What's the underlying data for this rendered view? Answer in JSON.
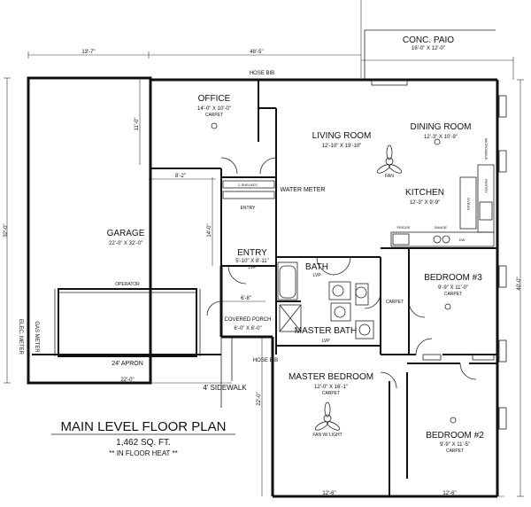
{
  "title": "MAIN LEVEL FLOOR PLAN",
  "sqft": "1,462 SQ. FT.",
  "note": "** IN FLOOR HEAT **",
  "rooms": [
    {
      "id": "office",
      "name": "OFFICE",
      "size": "14'-0\" X 10'-0\"",
      "finish": "CARPET"
    },
    {
      "id": "living",
      "name": "LIVING ROOM",
      "size": "12'-10\" X 19'-10\"",
      "finish": ""
    },
    {
      "id": "dining",
      "name": "DINING ROOM",
      "size": "12'-3\" X 10'-9\"",
      "finish": ""
    },
    {
      "id": "kitchen",
      "name": "KITCHEN",
      "size": "12'-3\" X 9'-9\"",
      "finish": ""
    },
    {
      "id": "garage",
      "name": "GARAGE",
      "size": "22'-0\" X 32'-0\"",
      "finish": ""
    },
    {
      "id": "entry",
      "name": "ENTRY",
      "size": "5'-10\" X 8'-11\"",
      "finish": "LVP"
    },
    {
      "id": "bath",
      "name": "BATH",
      "size": "",
      "finish": "LVP"
    },
    {
      "id": "master_bath",
      "name": "MASTER BATH",
      "size": "",
      "finish": "LVP"
    },
    {
      "id": "bedroom3",
      "name": "BEDROOM #3",
      "size": "9'-9\" X 11'-0\"",
      "finish": "CARPET"
    },
    {
      "id": "master_bedroom",
      "name": "MASTER BEDROOM",
      "size": "12'-0\" X 16'-1\"",
      "finish": "CARPET"
    },
    {
      "id": "bedroom2",
      "name": "BEDROOM #2",
      "size": "9'-9\" X 11'-5\"",
      "finish": "CARPET"
    },
    {
      "id": "covered_porch",
      "name": "COVERED PORCH",
      "size": "6'-0\" X 6'-0\"",
      "finish": ""
    }
  ],
  "patio": {
    "name": "CONC. PAIO",
    "size": "16'-0\" X 12'-0\""
  },
  "labels": {
    "hose_bib_top": "HOSE BIB",
    "hose_bib_side": "HOSE BIB",
    "water_meter": "WATER METER",
    "entry_small": "ENTRY",
    "operator": "OPERATOR",
    "apron": "24' APRON",
    "sidewalk": "4' SIDEWALK",
    "elec_meter": "ELEC. METER",
    "gas_meter": "GAS METER",
    "fan": "FAN",
    "fan_light": "FAN W/ LIGHT",
    "carpet_hall": "CARPET",
    "shelves": "2 SHELVES",
    "range": "RANGE",
    "fridge": "FRIDGE",
    "dw": "DW",
    "ovens": "OVENS",
    "pantry": "PANTRY",
    "microwave": "MICROWAVE"
  },
  "dims": {
    "top_left": "13'-7\"",
    "top_mid": "48'-5\"",
    "left": "32'-0\"",
    "office_h": "11'-0\"",
    "hall_w": "8'-2\"",
    "entry_h": "14'-0\"",
    "porch_w": "6'-8\"",
    "garage_bottom": "22'-0\"",
    "right": "40'-0\"",
    "right_low": "22'-0\"",
    "bottom_mid": "12'-6\"",
    "bottom_right": "12'-6\""
  }
}
